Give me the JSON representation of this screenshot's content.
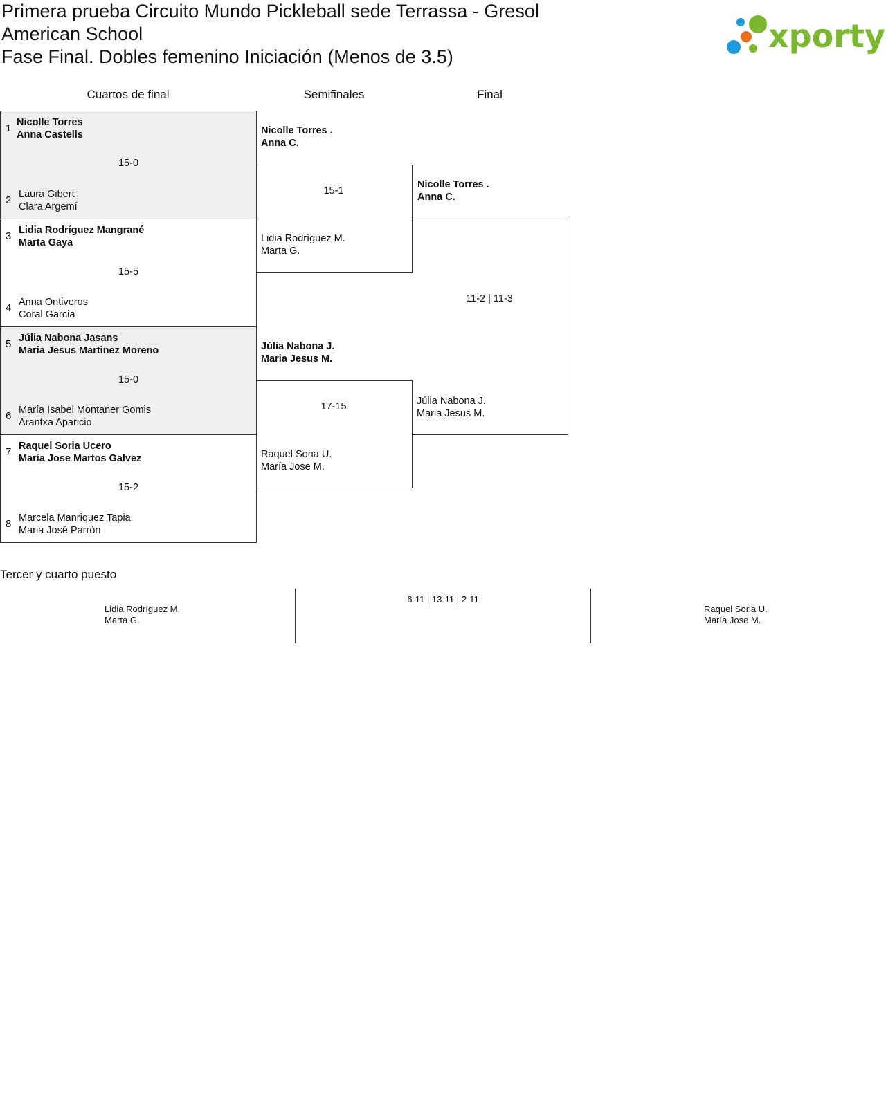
{
  "header": {
    "line1": "Primera prueba Circuito Mundo Pickleball sede Terrassa - Gresol",
    "line2": "American School",
    "line3": "Fase Final. Dobles femenino Iniciación (Menos de 3.5)"
  },
  "logo": {
    "text": "xporty",
    "colors": {
      "blue": "#1b9be0",
      "orange": "#e8701a",
      "green": "#7ab82e"
    }
  },
  "rounds": {
    "quarter": "Cuartos de final",
    "semi": "Semifinales",
    "final": "Final"
  },
  "qf": [
    {
      "seed_a": "1",
      "a1": "Nicolle Torres",
      "a2": "Anna Castells",
      "score": "15-0",
      "seed_b": "2",
      "b1": "Laura Gibert",
      "b2": "Clara Argemí"
    },
    {
      "seed_a": "3",
      "a1": "Lidia Rodríguez Mangrané",
      "a2": "Marta Gaya",
      "score": "15-5",
      "seed_b": "4",
      "b1": "Anna Ontiveros",
      "b2": "Coral Garcia"
    },
    {
      "seed_a": "5",
      "a1": "Júlia Nabona Jasans",
      "a2": "Maria Jesus Martinez Moreno",
      "score": "15-0",
      "seed_b": "6",
      "b1": "María Isabel Montaner Gomis",
      "b2": "Arantxa Aparicio"
    },
    {
      "seed_a": "7",
      "a1": "Raquel Soria Ucero",
      "a2": "María Jose Martos Galvez",
      "score": "15-2",
      "seed_b": "8",
      "b1": "Marcela Manriquez Tapia",
      "b2": "Maria José Parrón"
    }
  ],
  "sf": [
    {
      "a1": "Nicolle Torres .",
      "a2": "Anna C.",
      "score": "15-1",
      "b1": "Lidia Rodríguez M.",
      "b2": "Marta G."
    },
    {
      "a1": "Júlia Nabona J.",
      "a2": "Maria Jesus M.",
      "score": "17-15",
      "b1": "Raquel Soria U.",
      "b2": "María Jose M."
    }
  ],
  "final": {
    "a1": "Nicolle Torres .",
    "a2": "Anna C.",
    "score": "11-2 | 11-3",
    "b1": "Júlia Nabona J.",
    "b2": "Maria Jesus M."
  },
  "third": {
    "heading": "Tercer y cuarto puesto",
    "a1": "Lidia Rodríguez M.",
    "a2": "Marta G.",
    "score": "6-11 | 13-11 | 2-11",
    "b1": "Raquel Soria U.",
    "b2": "María Jose M."
  }
}
